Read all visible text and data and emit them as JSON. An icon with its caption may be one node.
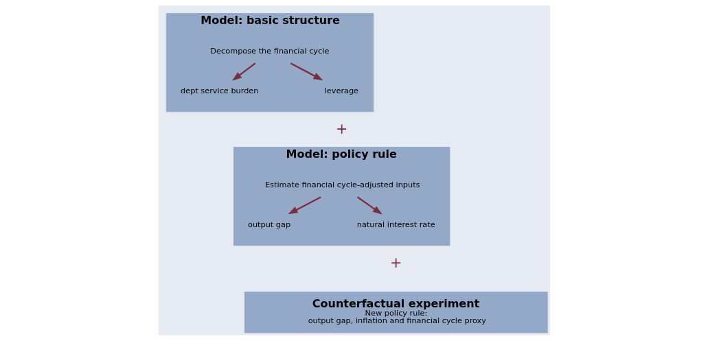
{
  "diagram": {
    "nodes": [
      {
        "text": [
          "Model: basic structure"
        ]
      },
      {
        "text": [
          "Decompose the financial cycle"
        ],
        "in": 0
      },
      {
        "text": [
          "dept service burden"
        ],
        "in": 0
      },
      {
        "text": [
          "leverage"
        ],
        "in": 0
      },
      {
        "text": [
          "Model: policy rule"
        ]
      },
      {
        "text": [
          "Estimate financial cycle-adjusted inputs"
        ],
        "in": 4
      },
      {
        "text": [
          "output gap"
        ],
        "in": 4
      },
      {
        "text": [
          "natural interest rate"
        ],
        "in": 4
      },
      {
        "text": [
          "Counterfactual experiment",
          "New policy rule:",
          "output gap, inflation and financial cycle proxy"
        ]
      }
    ],
    "edges": [
      {
        "from": 1,
        "to": 2,
        "arrow": "to"
      },
      {
        "from": 1,
        "to": 3,
        "arrow": "to"
      },
      {
        "from": 5,
        "to": 6,
        "arrow": "to"
      },
      {
        "from": 5,
        "to": 7,
        "arrow": "to"
      }
    ],
    "labels": [
      "+",
      "+"
    ]
  }
}
